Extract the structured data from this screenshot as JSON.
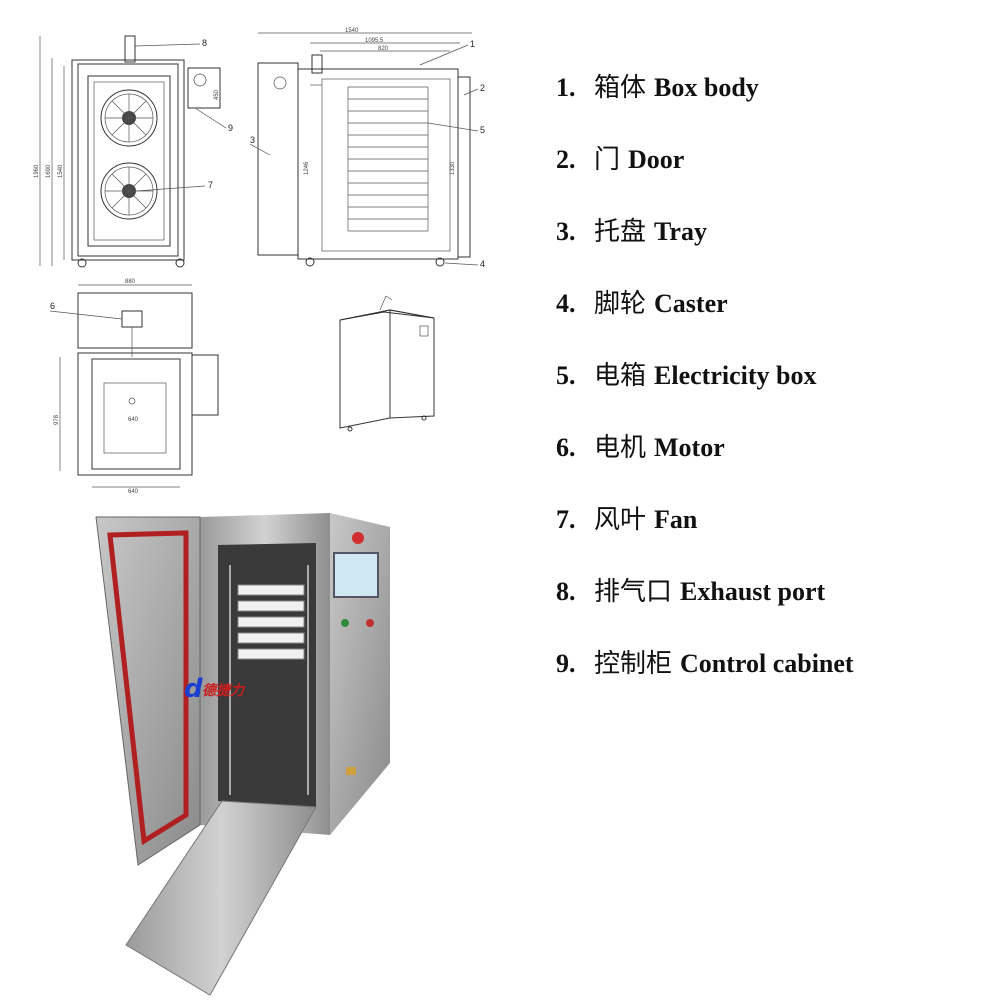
{
  "legend": [
    {
      "num": "1.",
      "cn": "箱体",
      "en": "Box body"
    },
    {
      "num": "2.",
      "cn": "门",
      "en": "Door"
    },
    {
      "num": "3.",
      "cn": "托盘",
      "en": "Tray"
    },
    {
      "num": "4.",
      "cn": "脚轮",
      "en": "Caster"
    },
    {
      "num": "5.",
      "cn": "电箱",
      "en": "Electricity box"
    },
    {
      "num": "6.",
      "cn": "电机",
      "en": "Motor"
    },
    {
      "num": "7.",
      "cn": "风叶",
      "en": "Fan"
    },
    {
      "num": "8.",
      "cn": "排气口",
      "en": "Exhaust port"
    },
    {
      "num": "9.",
      "cn": "控制柜",
      "en": "Control cabinet"
    }
  ],
  "front_view": {
    "dims": [
      "1960",
      "1690",
      "1540",
      "450"
    ],
    "callouts": [
      "8",
      "9",
      "7"
    ]
  },
  "side_view": {
    "dims": [
      "1540",
      "1095.5",
      "820",
      "1246",
      "1330"
    ],
    "callouts": [
      "1",
      "2",
      "3",
      "5",
      "4"
    ]
  },
  "top_view": {
    "dims": [
      "880",
      "978",
      "640",
      "640"
    ],
    "callouts": [
      "6"
    ]
  },
  "photo": {
    "logo_text": "德捷力",
    "logo_mark": "d"
  }
}
